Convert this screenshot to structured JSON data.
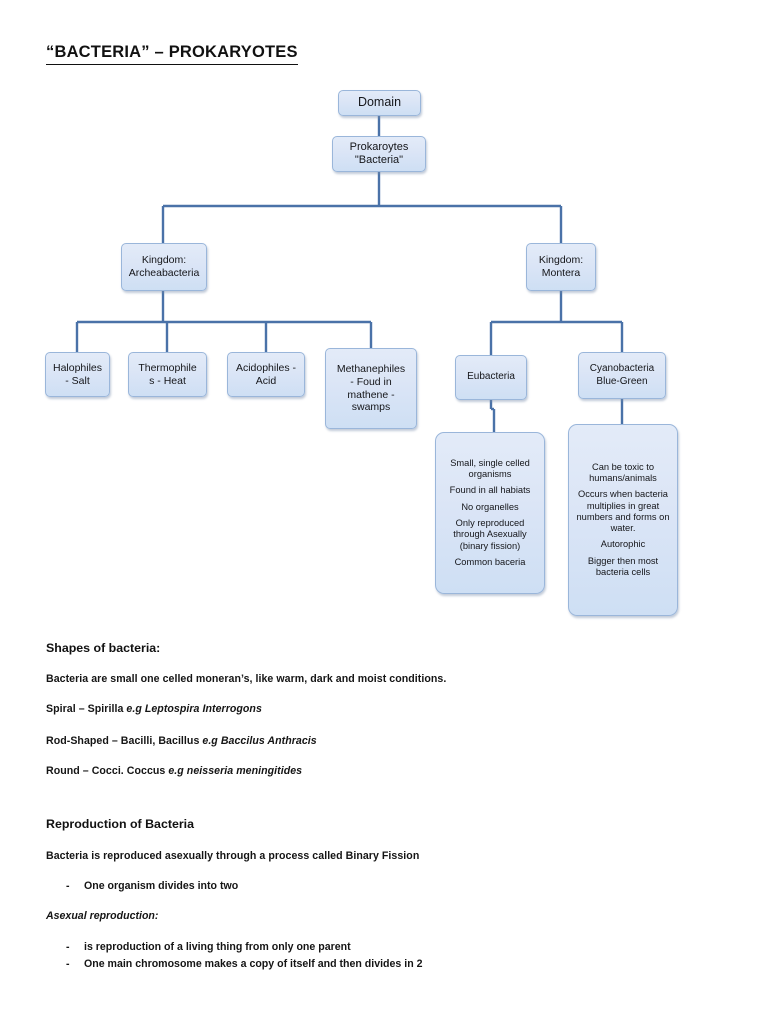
{
  "document": {
    "title": "“BACTERIA” – PROKARYOTES"
  },
  "diagram": {
    "root": {
      "label": "Domain"
    },
    "level2": {
      "line1": "Prokaroytes",
      "line2": "\"Bacteria\""
    },
    "kingdoms": [
      {
        "line1": "Kingdom:",
        "line2": "Archeabacteria"
      },
      {
        "line1": "Kingdom:",
        "line2": "Montera"
      }
    ],
    "archeabacteria_children": [
      {
        "lines": [
          "Halophiles",
          "- Salt"
        ]
      },
      {
        "lines": [
          "Thermophile",
          "s - Heat"
        ]
      },
      {
        "lines": [
          "Acidophiles -",
          "Acid"
        ]
      },
      {
        "lines": [
          "Methanephiles",
          "- Foud in",
          "mathene -",
          "swamps"
        ]
      }
    ],
    "montera_children": [
      {
        "lines": [
          "Eubacteria"
        ]
      },
      {
        "lines": [
          "Cyanobacteria",
          "Blue-Green"
        ]
      }
    ],
    "eubacteria_details": [
      "Small, single celled organisms",
      "Found in all habiats",
      "No organelles",
      "Only reproduced through Asexually (binary fission)",
      "Common baceria"
    ],
    "cyanobacteria_details": [
      "Can be toxic to humans/animals",
      "Occurs when bacteria multiplies in great numbers and forms on water.",
      "Autorophic",
      "Bigger then most bacteria cells"
    ],
    "colors": {
      "box_border": "#9ab6da",
      "box_fill_top": "#e3ebf8",
      "box_fill_bottom": "#cedff4",
      "connector": "#4a72a8"
    }
  },
  "sections": {
    "shapes": {
      "heading": "Shapes of bacteria:",
      "intro": "Bacteria are small one celled moneran’s, like warm, dark and moist conditions.",
      "items": [
        {
          "bold": "Spiral – Spirilla ",
          "italic": "e.g Leptospira Interrogons"
        },
        {
          "bold": "Rod-Shaped – Bacilli, Bacillus ",
          "italic": "e.g Baccilus Anthracis"
        },
        {
          "bold": "Round – Cocci. Coccus ",
          "italic": "e.g neisseria meningitides"
        }
      ]
    },
    "reproduction": {
      "heading": "Reproduction of Bacteria",
      "intro": "Bacteria is reproduced asexually through a process called Binary Fission",
      "bullet1_dash": "-",
      "bullet1": "One organism divides into two",
      "subheading": "Asexual reproduction:",
      "bullet2_dash": "-",
      "bullet2": " is reproduction of a living thing from only one parent",
      "bullet3_dash": "-",
      "bullet3": "One main chromosome makes a copy of itself and then divides in 2"
    }
  }
}
